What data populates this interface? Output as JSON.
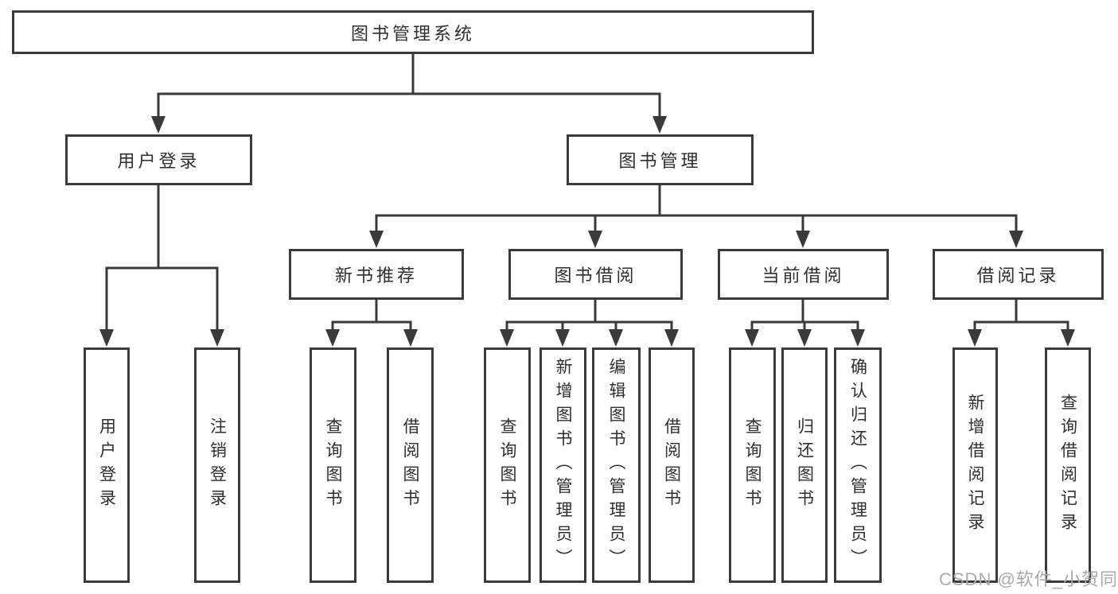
{
  "diagram": {
    "title": "图书管理系统",
    "level2": [
      {
        "label": "用户登录"
      },
      {
        "label": "图书管理"
      }
    ],
    "level3": [
      {
        "label": "新书推荐",
        "parent": "图书管理"
      },
      {
        "label": "图书借阅",
        "parent": "图书管理"
      },
      {
        "label": "当前借阅",
        "parent": "图书管理"
      },
      {
        "label": "借阅记录",
        "parent": "图书管理"
      }
    ],
    "leaves": [
      {
        "label": "用户登录",
        "parent": "用户登录"
      },
      {
        "label": "注销登录",
        "parent": "用户登录"
      },
      {
        "label": "查询图书",
        "parent": "新书推荐"
      },
      {
        "label": "借阅图书",
        "parent": "新书推荐"
      },
      {
        "label": "查询图书",
        "parent": "图书借阅"
      },
      {
        "label": "新增图书（管理员）",
        "parent": "图书借阅"
      },
      {
        "label": "编辑图书（管理员）",
        "parent": "图书借阅"
      },
      {
        "label": "借阅图书",
        "parent": "图书借阅"
      },
      {
        "label": "查询图书",
        "parent": "当前借阅"
      },
      {
        "label": "归还图书",
        "parent": "当前借阅"
      },
      {
        "label": "确认归还（管理员）",
        "parent": "当前借阅"
      },
      {
        "label": "新增借阅记录",
        "parent": "借阅记录"
      },
      {
        "label": "查询借阅记录",
        "parent": "借阅记录"
      }
    ],
    "watermark": "CSDN @软件_小贺同学",
    "colors": {
      "line": "#3a3a3a",
      "text": "#2f2f2f",
      "watermark": "#a9a9b0",
      "background": "#ffffff"
    }
  }
}
